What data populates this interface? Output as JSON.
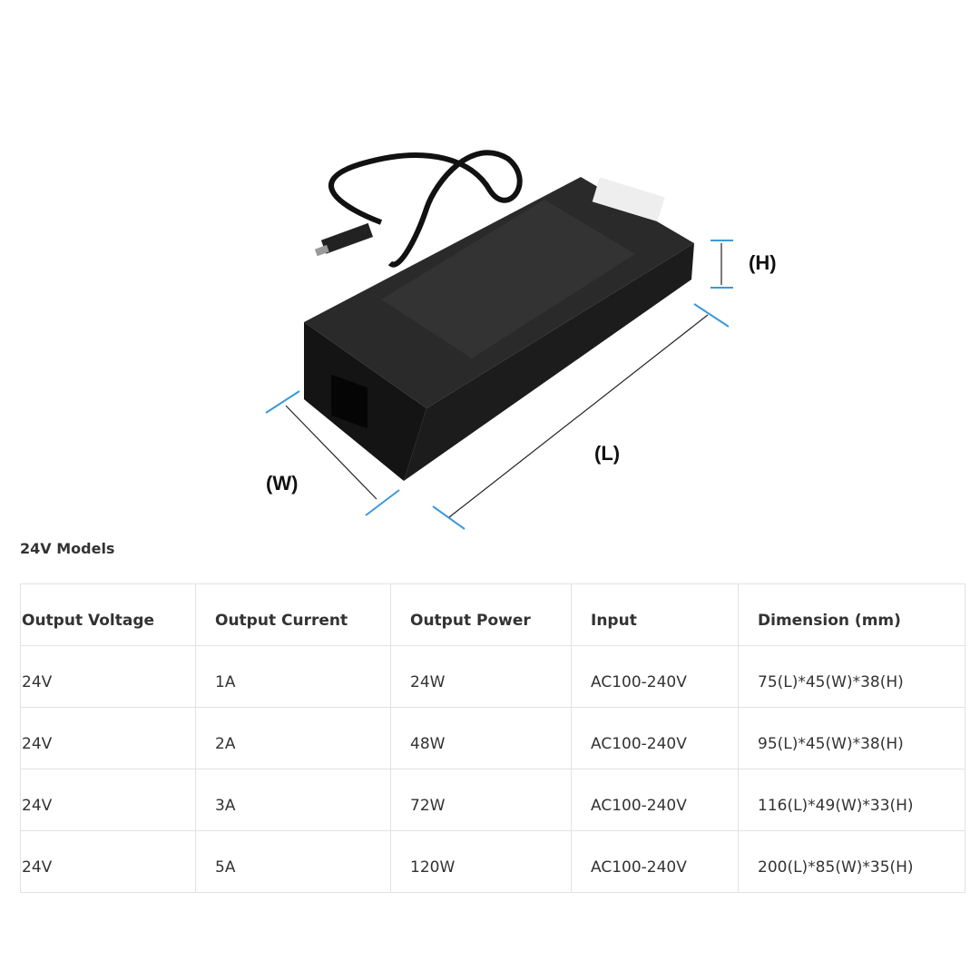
{
  "product_image": {
    "dimension_labels": {
      "height": "(H)",
      "width": "(W)",
      "length": "(L)"
    },
    "dimension_line_color": "#3b9ad8",
    "product_color": "#1a1a1a"
  },
  "section_title": "24V Models",
  "table": {
    "headers": [
      "Output Voltage",
      "Output Current",
      "Output Power",
      "Input",
      "Dimension (mm)"
    ],
    "rows": [
      [
        "24V",
        "1A",
        "24W",
        "AC100-240V",
        "75(L)*45(W)*38(H)"
      ],
      [
        "24V",
        "2A",
        "48W",
        "AC100-240V",
        "95(L)*45(W)*38(H)"
      ],
      [
        "24V",
        "3A",
        "72W",
        "AC100-240V",
        "116(L)*49(W)*33(H)"
      ],
      [
        "24V",
        "5A",
        "120W",
        "AC100-240V",
        "200(L)*85(W)*35(H)"
      ]
    ]
  }
}
